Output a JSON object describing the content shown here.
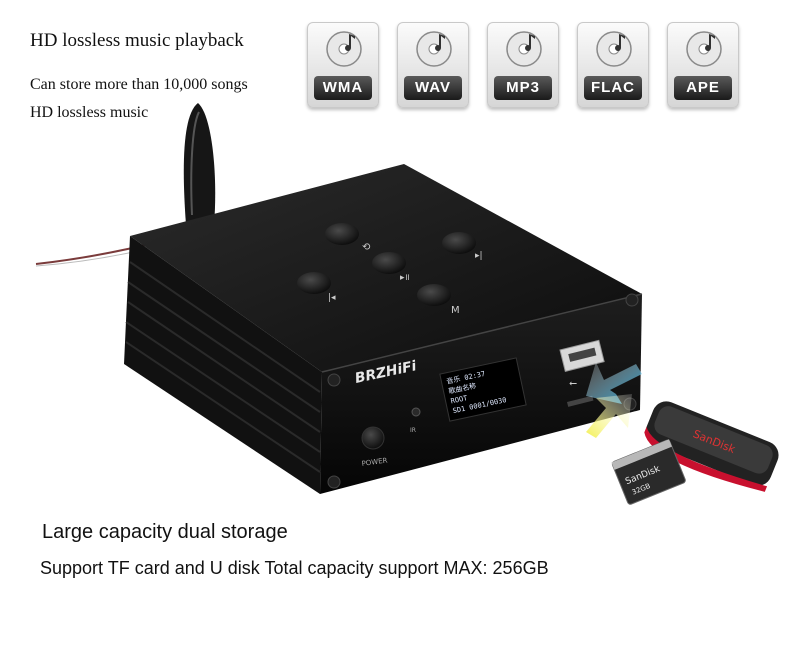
{
  "headings": {
    "main_title": "HD lossless music playback",
    "store_line": "Can store more than 10,000 songs",
    "lossless_line": "HD lossless music",
    "storage_title": "Large capacity dual storage",
    "storage_detail": "Support TF card and U disk Total capacity support MAX: 256GB"
  },
  "formats": [
    "WMA",
    "WAV",
    "MP3",
    "FLAC",
    "APE"
  ],
  "device": {
    "brand": "BRZHiFi",
    "power_label": "POWER",
    "ir_label": "IR",
    "display_lines": [
      "音乐 02:37",
      "歌曲名称",
      "ROOT",
      "SD1  0001/0030"
    ],
    "button_icons": [
      "repeat-icon",
      "next-icon",
      "play-pause-icon",
      "previous-icon",
      "mode-icon"
    ],
    "button_labels": [
      "",
      "",
      "",
      "",
      "M"
    ]
  },
  "accessories": {
    "usb_drive_brand": "SanDisk",
    "tf_card_brand": "SanDisk",
    "tf_card_capacity": "32GB"
  },
  "colors": {
    "background": "#ffffff",
    "device_body": "#151515",
    "arrow_usb": "#2fb3e6",
    "arrow_tf": "#f2ef4a",
    "usb_drive_red": "#c8102e"
  }
}
